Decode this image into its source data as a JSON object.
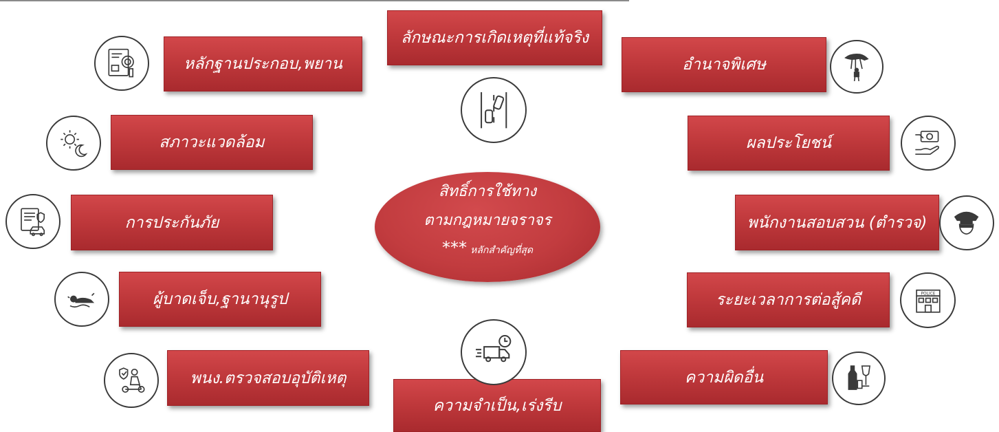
{
  "center": {
    "line1": "สิทธิ์การใช้ทาง",
    "line2": "ตามกฎหมายจราจร",
    "stars": "***",
    "note": "หลักสำคัญที่สุด"
  },
  "factors": {
    "top": "ลักษณะการเกิดเหตุที่แท้จริง",
    "left1": "หลักฐานประกอบ,พยาน",
    "left2": "สภาวะแวดล้อม",
    "left3": "การประกันภัย",
    "left4": "ผู้บาดเจ็บ,ฐานานุรูป",
    "left5": "พนง.ตรวจสอบอุบัติเหตุ",
    "bottom": "ความจำเป็น,เร่งรีบ",
    "right1": "อำนาจพิเศษ",
    "right2": "ผลประโยชน์",
    "right3": "พนักงานสอบสวน (ตำรวจ)",
    "right4": "ระยะเวลาการต่อสู้คดี",
    "right5": "ความผิดอื่น"
  },
  "icons": [
    "document-evidence-icon",
    "sun-moon-icon",
    "insurance-car-icon",
    "injured-person-icon",
    "scooter-inspector-icon",
    "car-crash-road-icon",
    "speeding-truck-icon",
    "puppet-hand-icon",
    "money-hand-icon",
    "police-officer-icon",
    "police-station-icon",
    "alcohol-icon"
  ],
  "colors": {
    "box": "#c0393c",
    "icon_stroke": "#3a3a3a"
  }
}
